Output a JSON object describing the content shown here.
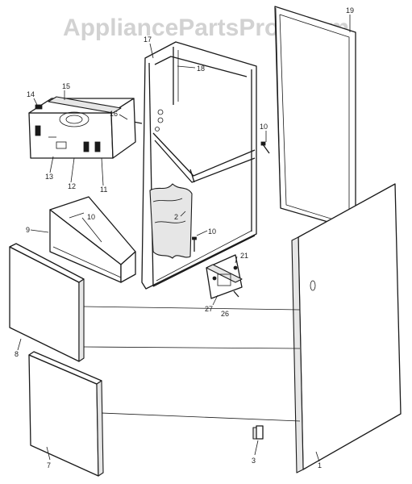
{
  "watermark": "AppliancePartsPros.com",
  "callouts": {
    "c1": "1",
    "c2": "2",
    "c3": "3",
    "c7": "7",
    "c8": "8",
    "c9": "9",
    "c10a": "10",
    "c10b": "10",
    "c10c": "10",
    "c11": "11",
    "c12": "12",
    "c13": "13",
    "c14": "14",
    "c15": "15",
    "c16": "16",
    "c17": "17",
    "c18": "18",
    "c19": "19",
    "c21": "21",
    "c26": "26",
    "c27": "27"
  },
  "colors": {
    "line": "#1a1a1a",
    "watermark": "#d2d2d2",
    "panel_shade": "#e6e6e6"
  }
}
